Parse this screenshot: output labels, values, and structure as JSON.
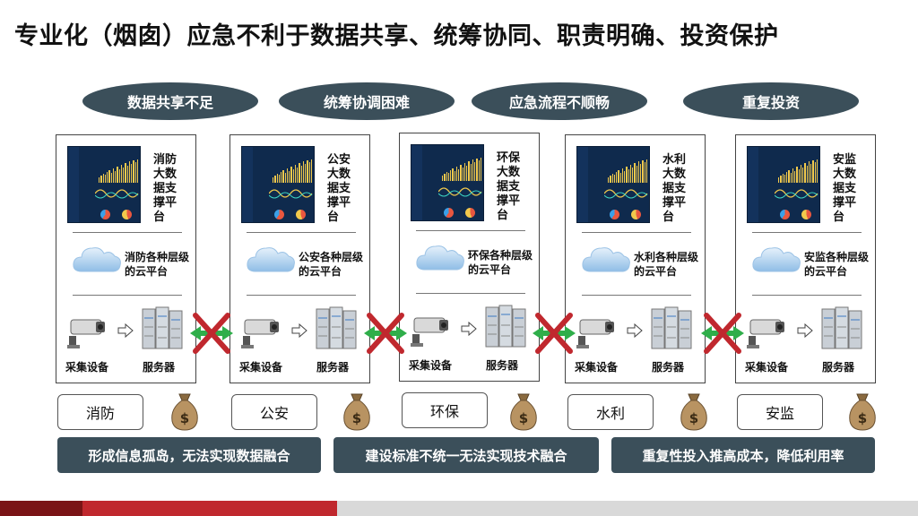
{
  "title": "专业化（烟囱）应急不利于数据共享、统筹协同、职责明确、投资保护",
  "problems": [
    "数据共享不足",
    "统筹协调困难",
    "应急流程不顺畅",
    "重复投资"
  ],
  "panels": [
    {
      "dept": "消防",
      "platform": "消防大数据支撑平台",
      "cloud": "消防各种层级的云平台",
      "collector": "采集设备",
      "server": "服务器"
    },
    {
      "dept": "公安",
      "platform": "公安大数据支撑平台",
      "cloud": "公安各种层级的云平台",
      "collector": "采集设备",
      "server": "服务器"
    },
    {
      "dept": "环保",
      "platform": "环保大数据支撑平台",
      "cloud": "环保各种层级的云平台",
      "collector": "采集设备",
      "server": "服务器"
    },
    {
      "dept": "水利",
      "platform": "水利大数据支撑平台",
      "cloud": "水利各种层级的云平台",
      "collector": "采集设备",
      "server": "服务器"
    },
    {
      "dept": "安监",
      "platform": "安监大数据支撑平台",
      "cloud": "安监各种层级的云平台",
      "collector": "采集设备",
      "server": "服务器"
    }
  ],
  "consequences": [
    "形成信息孤岛，无法实现数据融合",
    "建设标准不统一无法实现技术融合",
    "重复性投入推高成本，降低利用率"
  ],
  "colors": {
    "pill": "#3b4f5a",
    "cross": "#c0282e",
    "arrow": "#2fae4a",
    "footer_red": "#c0282e"
  }
}
